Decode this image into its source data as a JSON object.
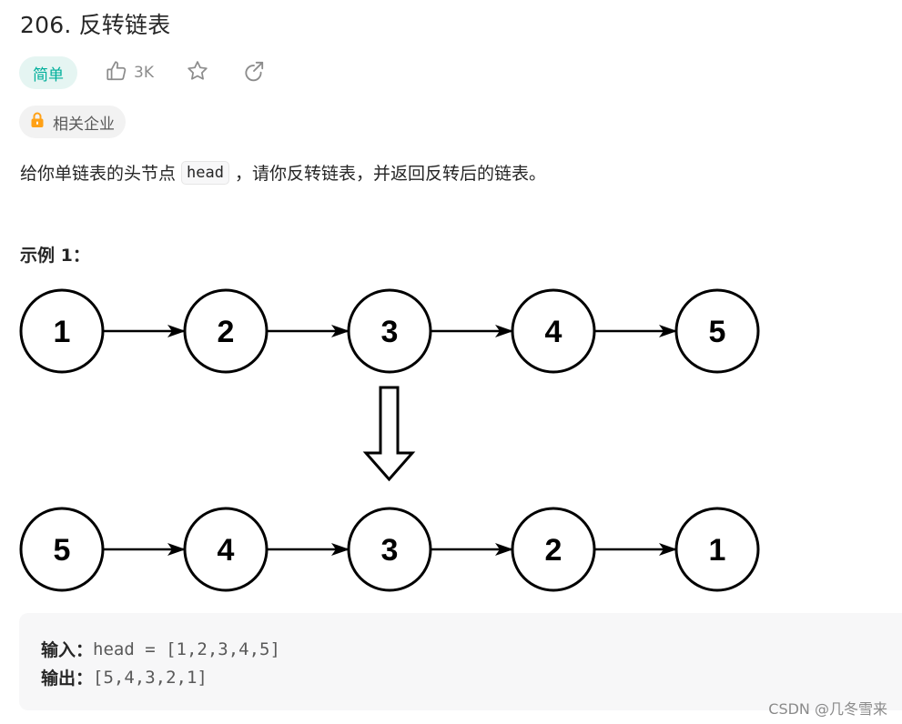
{
  "problem": {
    "title": "206. 反转链表",
    "difficulty": "简单",
    "likes": "3K",
    "tag_label": "相关企业",
    "description": {
      "before": "给你单链表的头节点",
      "code": "head",
      "after": "，请你反转链表，并返回反转后的链表。"
    }
  },
  "example": {
    "title": "示例 1：",
    "input_label": "输入：",
    "input_value": "head = [1,2,3,4,5]",
    "output_label": "输出：",
    "output_value": "[5,4,3,2,1]"
  },
  "diagram": {
    "top_row": [
      "1",
      "2",
      "3",
      "4",
      "5"
    ],
    "bottom_row": [
      "5",
      "4",
      "3",
      "2",
      "1"
    ]
  },
  "watermark": "CSDN @几冬雪来",
  "colors": {
    "difficulty_text": "#00af9b",
    "difficulty_bg": "#e5f5f2",
    "lock_icon": "#ffa116"
  },
  "icons": {
    "like": "thumbs-up-icon",
    "favorite": "star-icon",
    "share": "share-icon",
    "tag": "lock-icon"
  }
}
